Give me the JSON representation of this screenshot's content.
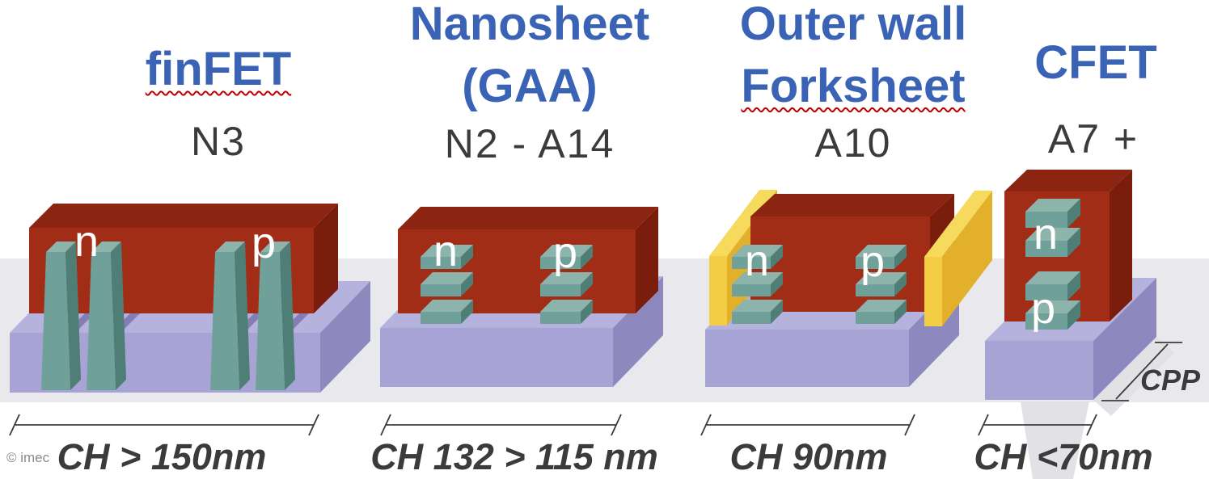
{
  "columns": [
    {
      "id": "finfet",
      "title_line1": "finFET",
      "title_line2": "",
      "node": "N3",
      "ch": "CH > 150nm",
      "n": "n",
      "p": "p"
    },
    {
      "id": "nanosheet",
      "title_line1": "Nanosheet",
      "title_line2": "(GAA)",
      "node": "N2 - A14",
      "ch": "CH 132 > 115 nm",
      "n": "n",
      "p": "p"
    },
    {
      "id": "forksheet",
      "title_line1": "Outer wall",
      "title_line2": "Forksheet",
      "node": "A10",
      "ch": "CH 90nm",
      "n": "n",
      "p": "p"
    },
    {
      "id": "cfet",
      "title_line1": "CFET",
      "title_line2": "",
      "node": "A7 +",
      "ch": "CH <70nm",
      "n": "n",
      "p": "p"
    }
  ],
  "annotations": {
    "cpp": "CPP",
    "copyright": "© imec"
  },
  "colors": {
    "header_blue": "#3A63B6",
    "underline_red": "#C00000",
    "text_dark": "#3B3B3B",
    "np_label": "#FFFFFF",
    "credit_gray": "#8A8A8A",
    "gate_red_front": "#A12D16",
    "gate_red_top": "#8B2410",
    "gate_red_side": "#7B1D0C",
    "channel_teal_front": "#6FA099",
    "channel_teal_top": "#8DB4AB",
    "channel_teal_side": "#4F7E77",
    "substrate_purple_front": "#A8A3D5",
    "substrate_purple_top": "#B6B2DE",
    "substrate_purple_side": "#8D89BF",
    "substrate_purple_shadow": "#837FB5",
    "wall_yellow_front": "#F3CD43",
    "wall_yellow_top": "#F6DA5E",
    "wall_yellow_side": "#E2B02A",
    "backdrop_gray": "#E9E8EC",
    "shadow_gray": "#E2E1E6",
    "dimension_line": "#3B3B3B"
  }
}
